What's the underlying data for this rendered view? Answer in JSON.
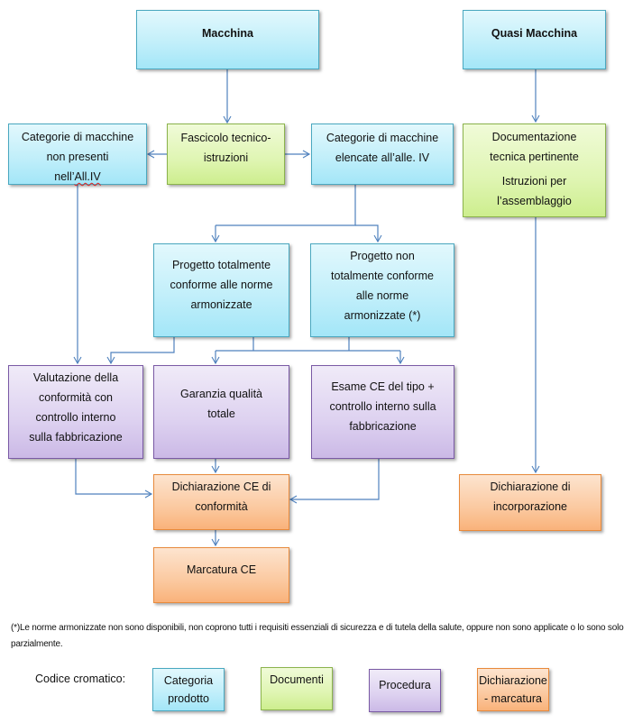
{
  "diagram": {
    "nodes": {
      "macchina": {
        "lines": [
          "Macchina"
        ],
        "category": "Categoria prodotto"
      },
      "quasi_macchina": {
        "lines": [
          "Quasi Macchina"
        ],
        "category": "Categoria prodotto"
      },
      "cat_non_presenti": {
        "lines": [
          "Categorie di macchine",
          "non presenti",
          "nell’",
          "All.IV"
        ],
        "category": "Categoria prodotto"
      },
      "fascicolo": {
        "lines": [
          "Fascicolo tecnico-",
          "istruzioni"
        ],
        "category": "Documenti"
      },
      "cat_elencate": {
        "lines": [
          "Categorie di macchine",
          "elencate all’alle. IV"
        ],
        "category": "Categoria prodotto"
      },
      "documentazione": {
        "lines": [
          "Documentazione",
          "tecnica pertinente",
          "",
          "Istruzioni per",
          "l’assemblaggio"
        ],
        "category": "Documenti"
      },
      "progetto_conforme": {
        "lines": [
          "Progetto totalmente",
          "conforme alle norme",
          "armonizzate"
        ],
        "category": "Categoria prodotto"
      },
      "progetto_non_conforme": {
        "lines": [
          "Progetto non",
          "totalmente conforme",
          "alle norme",
          "armonizzate (*)"
        ],
        "category": "Categoria prodotto"
      },
      "valutazione": {
        "lines": [
          "Valutazione della",
          "conformità con",
          "controllo interno",
          "sulla fabbricazione"
        ],
        "category": "Procedura"
      },
      "garanzia": {
        "lines": [
          "Garanzia qualità",
          "totale"
        ],
        "category": "Procedura"
      },
      "esame": {
        "lines": [
          "Esame CE del tipo +",
          "controllo interno sulla",
          "fabbricazione"
        ],
        "category": "Procedura"
      },
      "dich_conformita": {
        "lines": [
          "Dichiarazione CE di",
          "conformità"
        ],
        "category": "Dichiarazione - marcatura"
      },
      "marcatura": {
        "lines": [
          "Marcatura CE"
        ],
        "category": "Dichiarazione - marcatura"
      },
      "dich_incorporazione": {
        "lines": [
          "Dichiarazione di",
          "incorporazione"
        ],
        "category": "Dichiarazione - marcatura"
      }
    },
    "edges": [
      [
        "macchina",
        "fascicolo"
      ],
      [
        "fascicolo",
        "cat_non_presenti"
      ],
      [
        "fascicolo",
        "cat_elencate"
      ],
      [
        "cat_elencate",
        "progetto_conforme"
      ],
      [
        "cat_elencate",
        "progetto_non_conforme"
      ],
      [
        "cat_non_presenti",
        "valutazione"
      ],
      [
        "progetto_conforme",
        "valutazione"
      ],
      [
        "progetto_conforme",
        "garanzia"
      ],
      [
        "progetto_conforme",
        "esame"
      ],
      [
        "progetto_non_conforme",
        "garanzia"
      ],
      [
        "progetto_non_conforme",
        "esame"
      ],
      [
        "valutazione",
        "dich_conformita"
      ],
      [
        "garanzia",
        "dich_conformita"
      ],
      [
        "esame",
        "dich_conformita"
      ],
      [
        "dich_conformita",
        "marcatura"
      ],
      [
        "quasi_macchina",
        "documentazione"
      ],
      [
        "documentazione",
        "dich_incorporazione"
      ]
    ]
  },
  "footnote": "(*)Le norme armonizzate non sono disponibili, non coprono tutti i requisiti essenziali di sicurezza e di tutela della salute, oppure non sono applicate o lo sono solo parzialmente.",
  "legend": {
    "label": "Codice cromatico:",
    "items": [
      {
        "lines": [
          "Categoria",
          "prodotto"
        ],
        "color": "#a3e6f8"
      },
      {
        "lines": [
          "Documenti"
        ],
        "color": "#cdee8e"
      },
      {
        "lines": [
          "Procedura"
        ],
        "color": "#cbb9e6"
      },
      {
        "lines": [
          "Dichiarazione",
          "- marcatura"
        ],
        "color": "#f9b27a"
      }
    ]
  },
  "colors": {
    "connector": "#4f81bd",
    "categoria_border": "#4aa8c0",
    "documenti_border": "#8bb34c",
    "procedura_border": "#7a5aa5",
    "dichiarazione_border": "#e88a3c"
  }
}
